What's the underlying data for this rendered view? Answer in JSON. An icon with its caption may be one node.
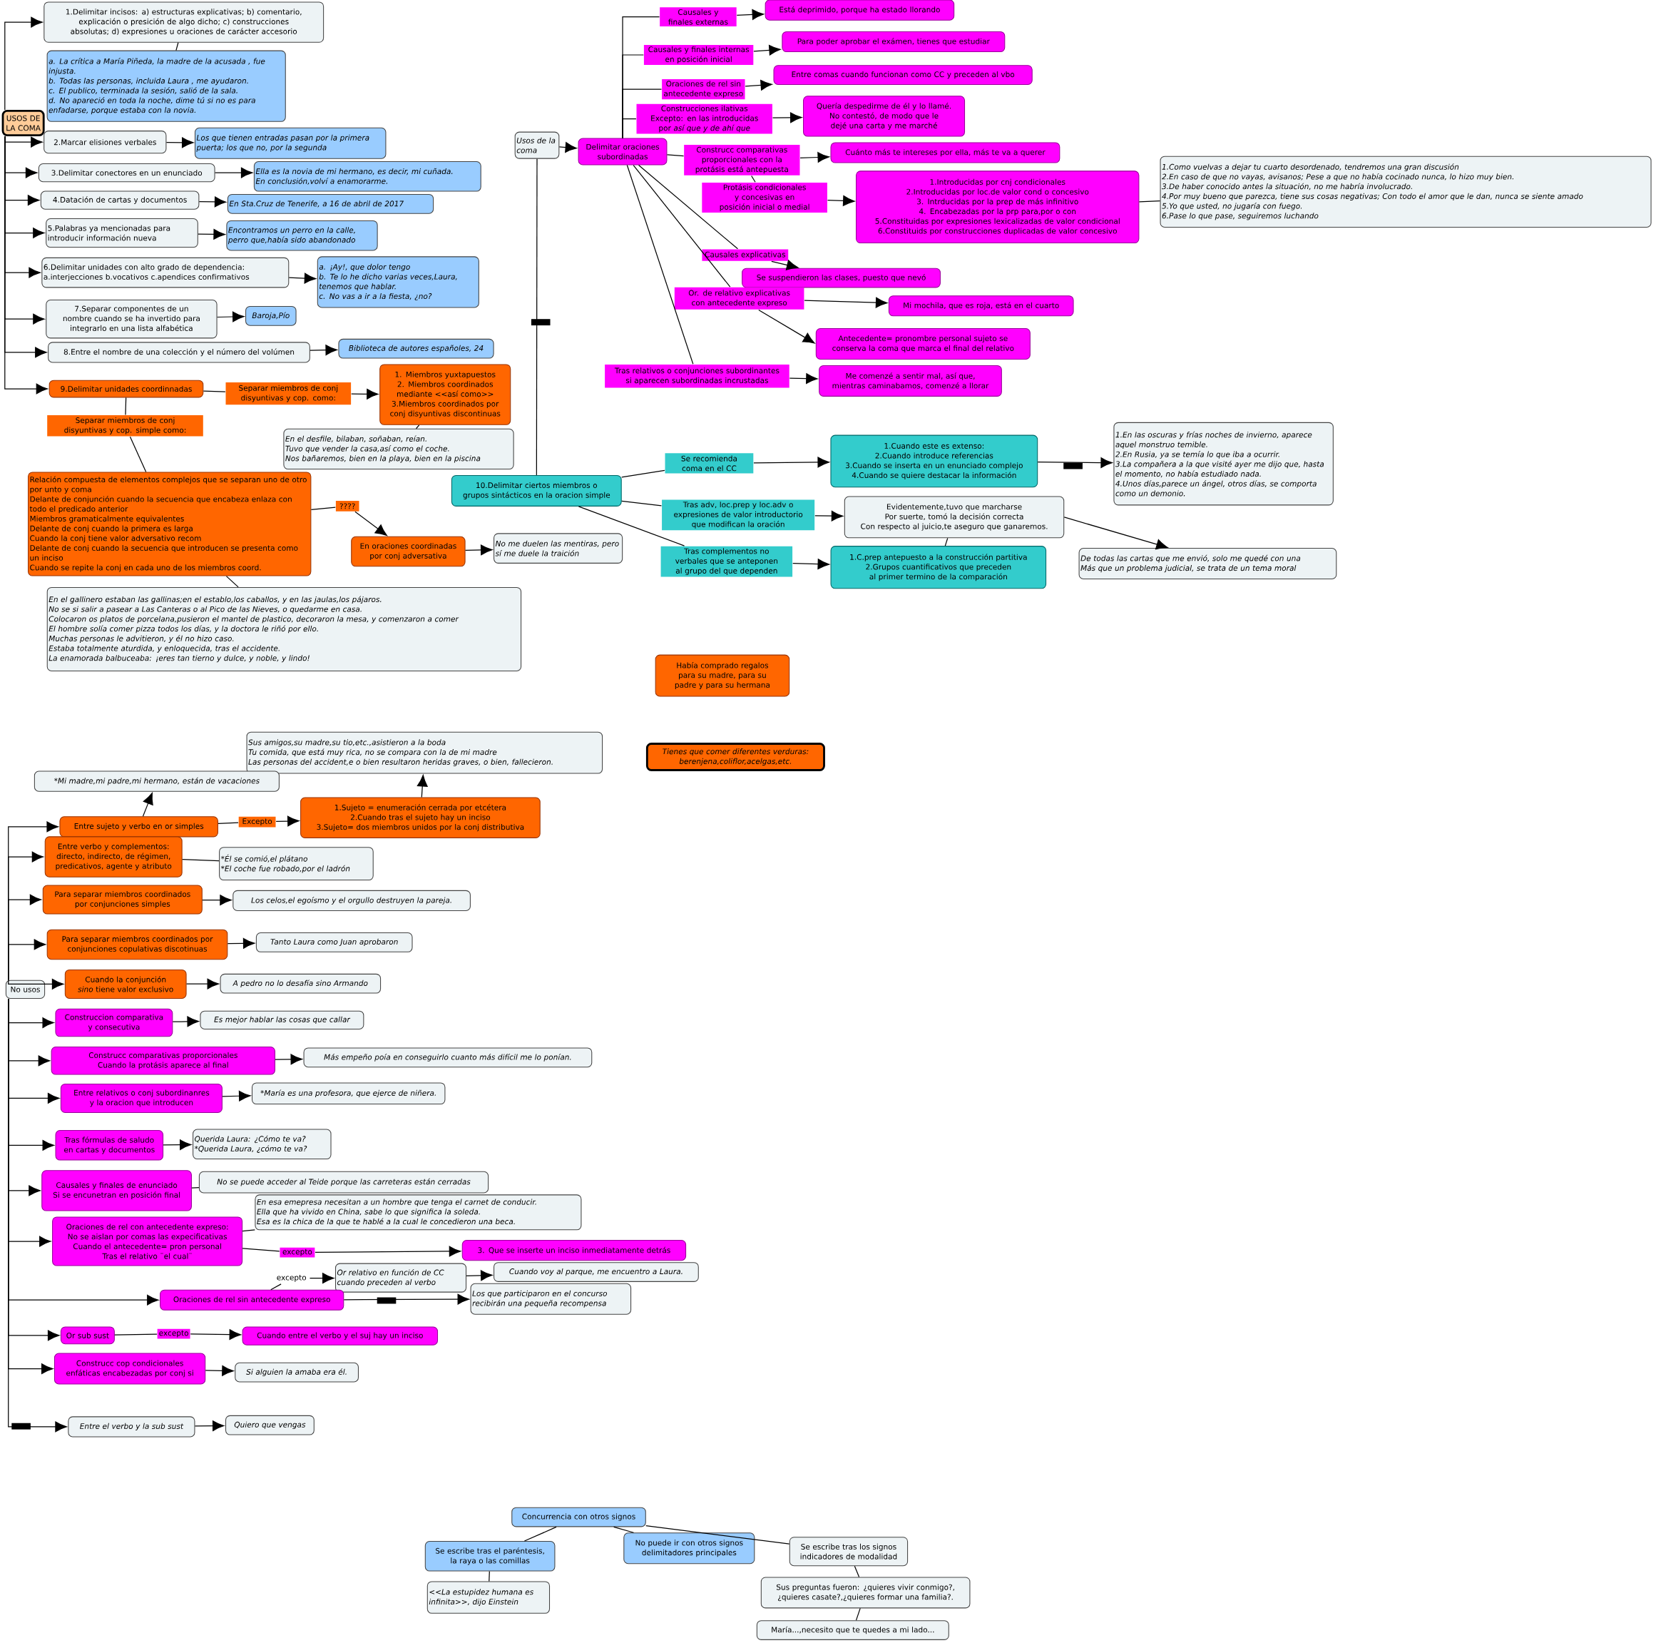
{
  "diagram": {
    "nodes": [
      {
        "text": [
          "USOS DE LA COMA"
        ]
      },
      {
        "text": [
          "1.Delimitar incisos: a) estructuras explicativas; b) comentario, explicación o presición de algo dicho; c) construcciones absolutas; d) expresiones u oraciones de carácter accesorio"
        ]
      },
      {
        "text": [
          "a. La crítica a María Piñeda, la madre de la acusada , fue injusta.",
          "b. Todas las personas, incluida Laura , me ayudaron.",
          "c. El publico, terminada la sesión, salió de la sala.",
          "d. No apareció en toda la noche, dime tú si no es para enfadarse, porque estaba con la novia."
        ]
      },
      {
        "text": [
          "2.Marcar elisiones verbales"
        ]
      },
      {
        "text": [
          "Los que tienen entradas pasan por la primera puerta; los que no, por la segunda"
        ]
      },
      {
        "text": [
          "3.Delimitar conectores en un enunciado"
        ]
      },
      {
        "text": [
          "Ella es la novia de mi hermano, es decir, mi cuñada.",
          "En conclusión,volví a enamorarme."
        ]
      },
      {
        "text": [
          "4.Datación de cartas y documentos"
        ]
      },
      {
        "text": [
          "En Sta.Cruz de Tenerife, a 16 de abril de 2017"
        ]
      },
      {
        "text": [
          "5.Palabras ya mencionadas para introducir información nueva"
        ]
      },
      {
        "text": [
          "Encontramos un perro en la calle, perro que,había sido abandonado"
        ]
      },
      {
        "text": [
          "6.Delimitar unidades con alto grado de dependencia:",
          "a.interjecciones b.vocativos c.apendices confirmativos"
        ]
      },
      {
        "text": [
          "a. ¡Ay!, que dolor tengo",
          "b. Te lo he dicho varias veces,Laura, tenemos que hablar.",
          "c. No vas a ir a la fiesta, ¿no?"
        ]
      },
      {
        "text": [
          "7.Separar componentes de un nombre cuando se ha invertido para integrarlo en una lista alfabética"
        ]
      },
      {
        "text": [
          "Baroja,Pío"
        ]
      },
      {
        "text": [
          "8.Entre el nombre de una colección y el número del volúmen"
        ]
      },
      {
        "text": [
          "Biblioteca de autores españoles, 24"
        ]
      },
      {
        "text": [
          "9.Delimitar unidades coordinnadas"
        ]
      },
      {
        "text": [
          "Separar miembros de conj disyuntivas y cop. como:"
        ]
      },
      {
        "text": [
          "1. Miembros yuxtapuestos",
          "2. Miembros coordinados mediante <<así como>>",
          "3.Miembros coordinados por conj disyuntivas discontinuas"
        ]
      },
      {
        "text": [
          "En el desfile, bilaban, soñaban, reían.",
          "Tuvo que vender la casa,así como el coche.",
          "Nos bañaremos, bien en la playa, bien en la piscina"
        ]
      },
      {
        "text": [
          "Separar miembros de conj disyuntivas y cop. simple como:"
        ]
      },
      {
        "text": [
          "Relación compuesta de elementos complejos que se separan uno de otro por unto y coma",
          "Delante de conjunción cuando la secuencia que encabeza enlaza con todo el predicado anterior",
          "Miembros gramaticalmente equivalentes",
          "Delante de conj cuando la primera es larga",
          "Cuando la conj tiene valor adversativo recom",
          "Delante de conj cuando la secuencia que introducen se presenta como un inciso",
          "Cuando se repite la conj en cada uno de los miembros coord."
        ]
      },
      {
        "text": [
          "????"
        ]
      },
      {
        "text": [
          "En oraciones coordinadas por conj adversativa"
        ]
      },
      {
        "text": [
          "No me duelen las mentiras, pero sí me duele la traición"
        ]
      },
      {
        "text": [
          "En el gallinero estaban las gallinas;en el establo,los caballos, y en las jaulas,los pájaros.",
          "No se si salir a pasear a Las Canteras o al Pico de las Nieves, o quedarme en casa.",
          "Colocaron os platos de porcelana,pusieron el mantel de plastico, decoraron la mesa, y comenzaron a comer",
          "El hombre solía comer pizza todos los días, y la doctora le riñó por ello.",
          "Muchas personas le advitieron, y él no hizo caso.",
          "Estaba totalmente aturdida, y enloquecida, tras el accidente.",
          "La enamorada balbuceaba: ¡eres tan tierno y dulce, y noble, y lindo!"
        ]
      },
      {
        "text": [
          "Usos de la coma"
        ]
      },
      {
        "text": [
          "Delimitar oraciones subordinadas"
        ]
      },
      {
        "text": [
          "Causales y finales externas"
        ]
      },
      {
        "text": [
          "Está deprimido, porque ha estado llorando"
        ]
      },
      {
        "text": [
          "Causales y finales internas en posición inicial"
        ]
      },
      {
        "text": [
          "Para poder aprobar el exámen, tienes que estudiar"
        ]
      },
      {
        "text": [
          "Oraciones de rel sin antecedente expreso"
        ]
      },
      {
        "text": [
          "Entre comas cuando funcionan como CC y preceden al vbo"
        ]
      },
      {
        "text": [
          "Construcciones ilativas Excepto: en las introducidas por *así que y de ahí que*"
        ]
      },
      {
        "text": [
          "Quería despedirme de él y lo llamé.",
          "No contestó, de modo que le dejé una carta y me marché"
        ]
      },
      {
        "text": [
          "Construcc comparativas proporcionales con la protásis está antepuesta"
        ]
      },
      {
        "text": [
          "Cuánto más te intereses por ella, más te va a querer"
        ]
      },
      {
        "text": [
          "Protásis condicionales y concesivas en posición inicial o medial"
        ]
      },
      {
        "text": [
          "1.Introducidas por cnj condicionales",
          "2.Introducidas por loc.de valor cond o concesivo",
          "3. Intrducidas por la prep de más infinitivo",
          "4. Encabezadas por la prp para,por o con",
          "5.Constituidas por expresiones lexicalizadas de valor condicional",
          "6.Constituids por construcciones duplicadas de valor concesivo"
        ]
      },
      {
        "text": [
          "1.Como vuelvas a dejar tu cuarto desordenado, tendremos una gran discusión",
          "2.En caso de que no vayas, avisanos; Pese a que no había cocinado nunca, lo hizo muy bien.",
          "3.De haber conocido antes la situación, no me habría involucrado.",
          "4.Por muy bueno que parezca, tiene sus cosas negativas; Con todo el amor que le dan, nunca se siente amado",
          "5.Yo que usted, no jugaría con fuego.",
          "6.Pase lo que pase, seguiremos luchando"
        ]
      },
      {
        "text": [
          "Causales explicativas"
        ]
      },
      {
        "text": [
          "Se suspendieron las clases, puesto que nevó"
        ]
      },
      {
        "text": [
          "Or. de relativo explicativas con antecedente expreso"
        ]
      },
      {
        "text": [
          "Mi mochila, que es roja, está en el cuarto"
        ]
      },
      {
        "text": [
          "Antecedente= pronombre personal sujeto se conserva la coma que marca el final del relativo"
        ]
      },
      {
        "text": [
          "Tras relativos o conjunciones subordinantes si aparecen subordinadas incrustadas"
        ]
      },
      {
        "text": [
          "Me comenzé a sentir mal, así que, mientras caminabamos, comenzé a llorar"
        ]
      },
      {
        "text": [
          "10.Delimitar ciertos miembros o grupos sintácticos en la oracion simple"
        ]
      },
      {
        "text": [
          "Se recomienda coma en el CC"
        ]
      },
      {
        "text": [
          "1.Cuando este es extenso:",
          "2.Cuando introduce referencias",
          "3.Cuando se inserta en un enunciado complejo",
          "4.Cuando se quiere destacar la información"
        ]
      },
      {
        "text": [
          "1.En las oscuras y frías noches de invierno, aparece aquel monstruo temible.",
          "2.En Rusia, ya se temía lo que iba a ocurrir.",
          "3.La compañera a la que visité ayer me dijo que, hasta el momento, no había estudiado nada.",
          "4.Unos días,parece un ángel, otros días, se comporta como un demonio."
        ]
      },
      {
        "text": [
          "Tras adv, loc.prep y loc.adv o expresiones de valor introductorio que modifican la oración"
        ]
      },
      {
        "text": [
          "Evidentemente,tuvo que marcharse",
          "Por suerte, tomó la decisión correcta",
          "Con respecto al juicio,te aseguro que ganaremos."
        ]
      },
      {
        "text": [
          "De todas las cartas que me envió, solo me quedé con una",
          "Más que un problema judicial, se trata de un tema moral"
        ]
      },
      {
        "text": [
          "Tras complementos no verbales que se anteponen al grupo del que dependen"
        ]
      },
      {
        "text": [
          "1.C.prep antepuesto a la construcción partitiva",
          "2.Grupos cuantificativos que preceden al primer termino de la comparación"
        ]
      },
      {
        "text": [
          "Había comprado regalos para su madre, para su padre y para su hermana"
        ]
      },
      {
        "text": [
          "Tienes que comer diferentes verduras: berenjena,coliflor,acelgas,etc."
        ]
      },
      {
        "text": [
          "Sus amigos,su madre,su tio,etc.,asistieron a la boda",
          "Tu comida, que está muy rica, no se compara con la de mi madre",
          "Las personas del accident,e o bien resultaron heridas graves, o bien, fallecieron."
        ]
      },
      {
        "text": [
          "*Mi madre,mi padre,mi hermano, están de vacaciones"
        ]
      },
      {
        "text": [
          "Entre sujeto y verbo en or simples"
        ]
      },
      {
        "text": [
          "Excepto"
        ]
      },
      {
        "text": [
          "1.Sujeto = enumeración cerrada por etcétera",
          "2.Cuando tras el sujeto hay un inciso",
          "3.Sujeto= dos miembros unidos por la conj distributiva"
        ]
      },
      {
        "text": [
          "No usos"
        ]
      },
      {
        "text": [
          "Entre verbo y complementos: directo, indirecto, de régimen, predicativos, agente y atributo"
        ]
      },
      {
        "text": [
          "*Él se comió,el plátano",
          "*El coche fue robado,por el ladrón"
        ]
      },
      {
        "text": [
          "Para separar miembros coordinados por conjunciones simples"
        ]
      },
      {
        "text": [
          "Los celos,el egoísmo y el orgullo destruyen la pareja."
        ]
      },
      {
        "text": [
          "Para separar miembros coordinados por conjunciones copulativas discotinuas"
        ]
      },
      {
        "text": [
          "Tanto Laura como Juan aprobaron"
        ]
      },
      {
        "text": [
          "Cuando la conjunción *sino* tiene valor exclusivo"
        ]
      },
      {
        "text": [
          "A pedro no lo desafía sino Armando"
        ]
      },
      {
        "text": [
          "Construccion comparativa y consecutiva"
        ]
      },
      {
        "text": [
          "Es mejor hablar las cosas que callar"
        ]
      },
      {
        "text": [
          "Construcc comparativas proporcionales Cuando la protásis aparece al final"
        ]
      },
      {
        "text": [
          "Más empeño poía en conseguirlo cuanto más difícil me lo ponían."
        ]
      },
      {
        "text": [
          "Entre relativos o conj subordinanres y la oracion que introducen"
        ]
      },
      {
        "text": [
          "*María es una profesora, que ejerce de niñera."
        ]
      },
      {
        "text": [
          "Tras fórmulas de saludo en cartas y documentos"
        ]
      },
      {
        "text": [
          "Querida Laura: ¿Cómo te va?",
          "*Querida Laura, ¿cómo te va?"
        ]
      },
      {
        "text": [
          "Causales y finales de enunciado",
          "Si se encunetran en posición final"
        ]
      },
      {
        "text": [
          "No se puede acceder al Teide porque las carreteras están cerradas"
        ]
      },
      {
        "text": [
          "En esa emepresa necesitan a un hombre que tenga el carnet de conducir.",
          "Ella que ha vivido en China, sabe lo que significa la soleda.",
          "Esa es la chica de la que te hablé a la cual le concedieron una beca."
        ]
      },
      {
        "text": [
          "Oraciones de rel con antecedente expreso:",
          "No se aislan por comas las expecificativas",
          "Cuando el antecedente= pron personal",
          "Tras el relativo ¨el cual¨"
        ]
      },
      {
        "text": [
          "excepto"
        ]
      },
      {
        "text": [
          "3. Que se inserte un inciso inmediatamente detrás"
        ]
      },
      {
        "text": [
          "excepto"
        ]
      },
      {
        "text": [
          "Or relativo en función de CC cuando preceden al verbo"
        ]
      },
      {
        "text": [
          "Cuando voy al parque, me encuentro a Laura."
        ]
      },
      {
        "text": [
          "Oraciones de rel sin antecedente expreso"
        ]
      },
      {
        "text": [
          "Los que participaron en el concurso recibirán una pequeña recompensa"
        ]
      },
      {
        "text": [
          "Or sub sust"
        ]
      },
      {
        "text": [
          "excepto"
        ]
      },
      {
        "text": [
          "Cuando entre el verbo y el suj hay un inciso"
        ]
      },
      {
        "text": [
          "Construcc cop condicionales enfáticas encabezadas por conj si"
        ]
      },
      {
        "text": [
          "Si alguien la amaba era él."
        ]
      },
      {
        "text": [
          "Entre el verbo y la sub sust"
        ]
      },
      {
        "text": [
          "Quiero que vengas"
        ]
      },
      {
        "text": [
          "Concurrencia con otros signos"
        ]
      },
      {
        "text": [
          "Se escribe tras el paréntesis, la raya o las comillas"
        ]
      },
      {
        "text": [
          "<<La estupidez humana es infinita>>, dijo Einstein"
        ]
      },
      {
        "text": [
          "No puede ir con otros signos delimitadores principales"
        ]
      },
      {
        "text": [
          "Se escribe tras los signos indicadores de modalidad"
        ]
      },
      {
        "text": [
          "Sus preguntas fueron: ¿quieres vivir conmigo?, ¿quieres casate?,¿quieres formar una familia?."
        ]
      },
      {
        "text": [
          "María...,necesito que te quedes a mi lado..."
        ]
      }
    ],
    "edges": [
      {
        "from": 0,
        "to": 1,
        "arrow": "to"
      },
      {
        "from": 0,
        "to": 3,
        "arrow": "to"
      },
      {
        "from": 0,
        "to": 5,
        "arrow": "to"
      },
      {
        "from": 0,
        "to": 7,
        "arrow": "to"
      },
      {
        "from": 0,
        "to": 9,
        "arrow": "to"
      },
      {
        "from": 0,
        "to": 11,
        "arrow": "to"
      },
      {
        "from": 0,
        "to": 13,
        "arrow": "to"
      },
      {
        "from": 0,
        "to": 15,
        "arrow": "to"
      },
      {
        "from": 0,
        "to": 17,
        "arrow": "to"
      },
      {
        "from": 1,
        "to": 2,
        "arrow": "none"
      },
      {
        "from": 3,
        "to": 4,
        "arrow": "to"
      },
      {
        "from": 5,
        "to": 6,
        "arrow": "to"
      },
      {
        "from": 7,
        "to": 8,
        "arrow": "to"
      },
      {
        "from": 9,
        "to": 10,
        "arrow": "to"
      },
      {
        "from": 11,
        "to": 12,
        "arrow": "to"
      },
      {
        "from": 13,
        "to": 14,
        "arrow": "to"
      },
      {
        "from": 15,
        "to": 16,
        "arrow": "to"
      },
      {
        "from": 17,
        "to": 18,
        "arrow": "none"
      },
      {
        "from": 18,
        "to": 19,
        "arrow": "to"
      },
      {
        "from": 19,
        "to": 20,
        "arrow": "none"
      },
      {
        "from": 17,
        "to": 21,
        "arrow": "none"
      },
      {
        "from": 21,
        "to": 22,
        "arrow": "none"
      },
      {
        "from": 22,
        "to": 23,
        "arrow": "none"
      },
      {
        "from": 23,
        "to": 24,
        "arrow": "to"
      },
      {
        "from": 24,
        "to": 25,
        "arrow": "to"
      },
      {
        "from": 22,
        "to": 26,
        "arrow": "none"
      },
      {
        "from": 27,
        "to": 28,
        "arrow": "to"
      },
      {
        "from": 27,
        "to": 49,
        "arrow": "none"
      },
      {
        "from": 28,
        "to": 29,
        "arrow": "none"
      },
      {
        "from": 29,
        "to": 30,
        "arrow": "to"
      },
      {
        "from": 28,
        "to": 31,
        "arrow": "none"
      },
      {
        "from": 31,
        "to": 32,
        "arrow": "to"
      },
      {
        "from": 28,
        "to": 33,
        "arrow": "none"
      },
      {
        "from": 33,
        "to": 34,
        "arrow": "to"
      },
      {
        "from": 28,
        "to": 35,
        "arrow": "none"
      },
      {
        "from": 35,
        "to": 36,
        "arrow": "to"
      },
      {
        "from": 28,
        "to": 37,
        "arrow": "none"
      },
      {
        "from": 37,
        "to": 38,
        "arrow": "to"
      },
      {
        "from": 37,
        "to": 39,
        "arrow": "none"
      },
      {
        "from": 39,
        "to": 40,
        "arrow": "to"
      },
      {
        "from": 40,
        "to": 41,
        "arrow": "none"
      },
      {
        "from": 28,
        "to": 42,
        "arrow": "none"
      },
      {
        "from": 42,
        "to": 43,
        "arrow": "to"
      },
      {
        "from": 28,
        "to": 44,
        "arrow": "none"
      },
      {
        "from": 44,
        "to": 45,
        "arrow": "to"
      },
      {
        "from": 44,
        "to": 46,
        "arrow": "to"
      },
      {
        "from": 28,
        "to": 47,
        "arrow": "none"
      },
      {
        "from": 47,
        "to": 48,
        "arrow": "to"
      },
      {
        "from": 49,
        "to": 50,
        "arrow": "none"
      },
      {
        "from": 50,
        "to": 51,
        "arrow": "to"
      },
      {
        "from": 51,
        "to": 52,
        "arrow": "to"
      },
      {
        "from": 49,
        "to": 53,
        "arrow": "none"
      },
      {
        "from": 53,
        "to": 54,
        "arrow": "to"
      },
      {
        "from": 54,
        "to": 55,
        "arrow": "to"
      },
      {
        "from": 49,
        "to": 56,
        "arrow": "none"
      },
      {
        "from": 56,
        "to": 57,
        "arrow": "to"
      },
      {
        "from": 57,
        "to": 54,
        "arrow": "none"
      },
      {
        "from": 65,
        "to": 62,
        "arrow": "to"
      },
      {
        "from": 62,
        "to": 61,
        "arrow": "to"
      },
      {
        "from": 62,
        "to": 63,
        "arrow": "none"
      },
      {
        "from": 63,
        "to": 64,
        "arrow": "to"
      },
      {
        "from": 64,
        "to": 60,
        "arrow": "to"
      },
      {
        "from": 65,
        "to": 66,
        "arrow": "to"
      },
      {
        "from": 66,
        "to": 67,
        "arrow": "none"
      },
      {
        "from": 65,
        "to": 68,
        "arrow": "to"
      },
      {
        "from": 68,
        "to": 69,
        "arrow": "to"
      },
      {
        "from": 65,
        "to": 70,
        "arrow": "to"
      },
      {
        "from": 70,
        "to": 71,
        "arrow": "to"
      },
      {
        "from": 65,
        "to": 72,
        "arrow": "to"
      },
      {
        "from": 72,
        "to": 73,
        "arrow": "to"
      },
      {
        "from": 65,
        "to": 74,
        "arrow": "to"
      },
      {
        "from": 74,
        "to": 75,
        "arrow": "to"
      },
      {
        "from": 65,
        "to": 76,
        "arrow": "to"
      },
      {
        "from": 76,
        "to": 77,
        "arrow": "to"
      },
      {
        "from": 65,
        "to": 78,
        "arrow": "to"
      },
      {
        "from": 78,
        "to": 79,
        "arrow": "to"
      },
      {
        "from": 65,
        "to": 80,
        "arrow": "to"
      },
      {
        "from": 80,
        "to": 81,
        "arrow": "to"
      },
      {
        "from": 65,
        "to": 82,
        "arrow": "to"
      },
      {
        "from": 82,
        "to": 83,
        "arrow": "none"
      },
      {
        "from": 65,
        "to": 85,
        "arrow": "to"
      },
      {
        "from": 85,
        "to": 84,
        "arrow": "none"
      },
      {
        "from": 85,
        "to": 86,
        "arrow": "none"
      },
      {
        "from": 86,
        "to": 87,
        "arrow": "to"
      },
      {
        "from": 65,
        "to": 91,
        "arrow": "to"
      },
      {
        "from": 91,
        "to": 88,
        "arrow": "none"
      },
      {
        "from": 88,
        "to": 89,
        "arrow": "to"
      },
      {
        "from": 89,
        "to": 90,
        "arrow": "to"
      },
      {
        "from": 91,
        "to": 92,
        "arrow": "to"
      },
      {
        "from": 65,
        "to": 93,
        "arrow": "to"
      },
      {
        "from": 93,
        "to": 94,
        "arrow": "none"
      },
      {
        "from": 94,
        "to": 95,
        "arrow": "to"
      },
      {
        "from": 65,
        "to": 96,
        "arrow": "to"
      },
      {
        "from": 96,
        "to": 97,
        "arrow": "to"
      },
      {
        "from": 65,
        "to": 98,
        "arrow": "to"
      },
      {
        "from": 98,
        "to": 99,
        "arrow": "to"
      },
      {
        "from": 100,
        "to": 101,
        "arrow": "none"
      },
      {
        "from": 100,
        "to": 103,
        "arrow": "none"
      },
      {
        "from": 100,
        "to": 104,
        "arrow": "none"
      },
      {
        "from": 101,
        "to": 102,
        "arrow": "none"
      },
      {
        "from": 104,
        "to": 105,
        "arrow": "none"
      },
      {
        "from": 105,
        "to": 106,
        "arrow": "none"
      }
    ]
  }
}
